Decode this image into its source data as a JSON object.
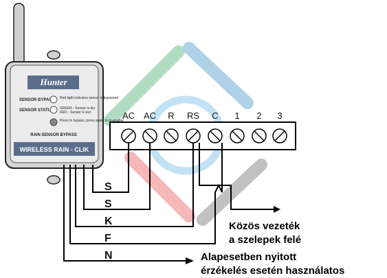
{
  "device": {
    "brand": "Hunter",
    "product_name": "WIRELESS RAIN - CLIK",
    "sensor_bypass_label": "SENSOR BYPASS",
    "sensor_status_label": "SENSOR STATUS",
    "rain_sensor_bypass_label": "RAIN SENSOR BYPASS",
    "bypass_note": "Red light indicates sensor is bypassed",
    "status_note_1": "GREEN - Sensor is dry",
    "status_note_2": "RED - Sensor is wet",
    "press_note": "Press to bypass, press again to re-enable"
  },
  "terminal_block": {
    "labels": [
      "AC",
      "AC",
      "R",
      "RS",
      "C",
      "1",
      "2",
      "3"
    ]
  },
  "wires": {
    "letters": [
      "S",
      "S",
      "K",
      "F",
      "N"
    ]
  },
  "annotations": {
    "common_line1": "Közös vezeték",
    "common_line2": "a szelepek felé",
    "nc_line1": "Alapesetben nyitott",
    "nc_line2": "érzékelés esetén használatos"
  },
  "colors": {
    "wire_black": "#000000",
    "housing_gray": "#d6d6d6",
    "panel_blue": "#5a6e8c",
    "logo_green": "#7fc59a",
    "logo_blue": "#7fb3d6",
    "logo_red": "#f08c8c",
    "logo_gray": "#9a9a9a"
  }
}
